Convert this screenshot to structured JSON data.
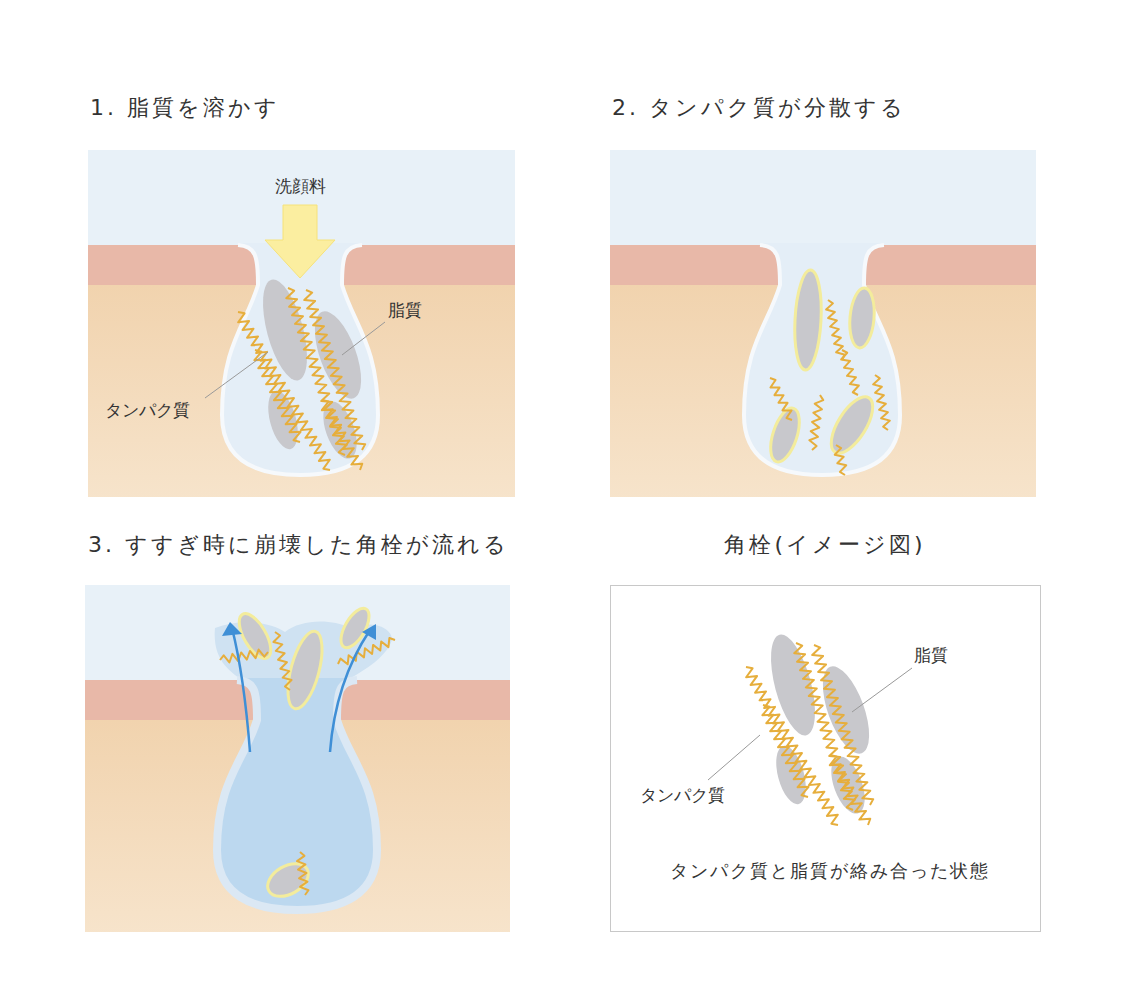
{
  "diagram": {
    "nodes": [
      {
        "text": [
          "1. 脂質を溶かす",
          "洗顔料",
          "脂質",
          "タンパク質"
        ]
      },
      {
        "text": [
          "2. タンパク質が分散する"
        ]
      },
      {
        "text": [
          "3. すすぎ時に崩壊した角栓が流れる"
        ]
      },
      {
        "text": [
          "角栓(イメージ図)",
          "脂質",
          "タンパク質",
          "タンパク質と脂質が絡み合った状態"
        ]
      }
    ]
  }
}
